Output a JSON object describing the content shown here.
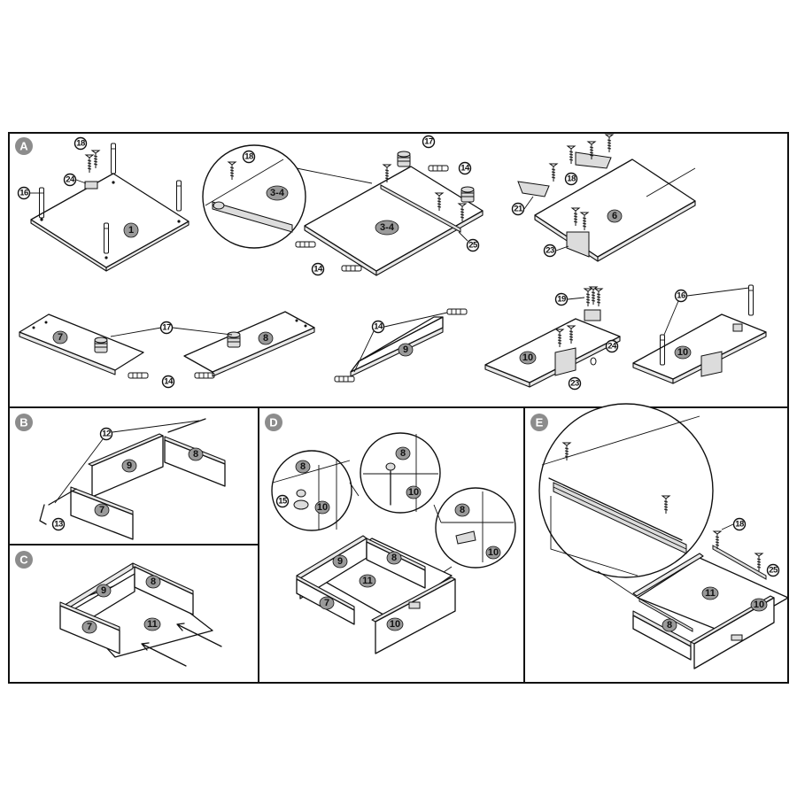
{
  "sections": {
    "A": "A",
    "B": "B",
    "C": "C",
    "D": "D",
    "E": "E"
  },
  "parts": {
    "p1": "1",
    "p3_4": "3-4",
    "p6": "6",
    "p7": "7",
    "p8": "8",
    "p9": "9",
    "p10": "10",
    "p11": "11"
  },
  "hardware": {
    "h12": "12",
    "h13": "13",
    "h14": "14",
    "h15": "15",
    "h16": "16",
    "h17": "17",
    "h18": "18",
    "h19": "19",
    "h21": "21",
    "h23": "23",
    "h24": "24",
    "h25": "25"
  }
}
